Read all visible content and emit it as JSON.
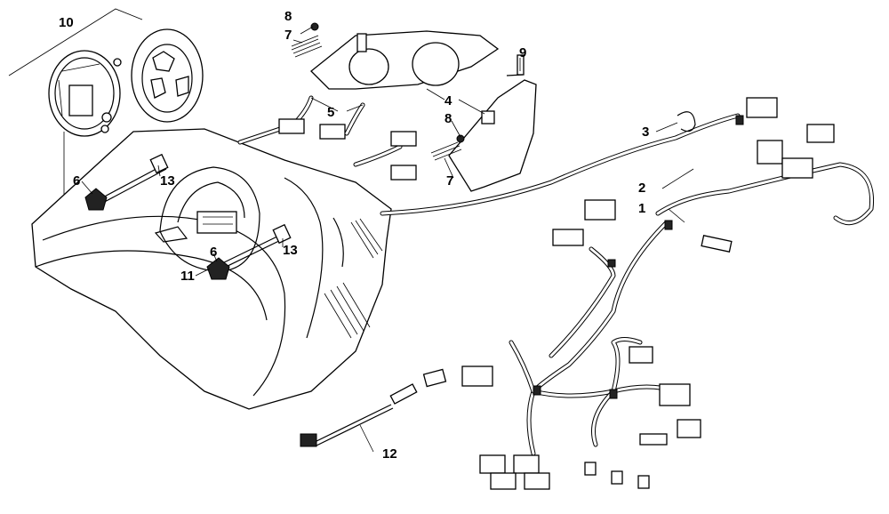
{
  "callouts": [
    {
      "id": "c1",
      "label": "1"
    },
    {
      "id": "c2",
      "label": "2"
    },
    {
      "id": "c3",
      "label": "3"
    },
    {
      "id": "c4",
      "label": "4"
    },
    {
      "id": "c5",
      "label": "5"
    },
    {
      "id": "c6a",
      "label": "6"
    },
    {
      "id": "c6b",
      "label": "6"
    },
    {
      "id": "c7a",
      "label": "7"
    },
    {
      "id": "c7b",
      "label": "7"
    },
    {
      "id": "c8a",
      "label": "8"
    },
    {
      "id": "c8b",
      "label": "8"
    },
    {
      "id": "c9",
      "label": "9"
    },
    {
      "id": "c10",
      "label": "10"
    },
    {
      "id": "c11",
      "label": "11"
    },
    {
      "id": "c12",
      "label": "12"
    },
    {
      "id": "c13a",
      "label": "13"
    },
    {
      "id": "c13b",
      "label": "13"
    }
  ]
}
